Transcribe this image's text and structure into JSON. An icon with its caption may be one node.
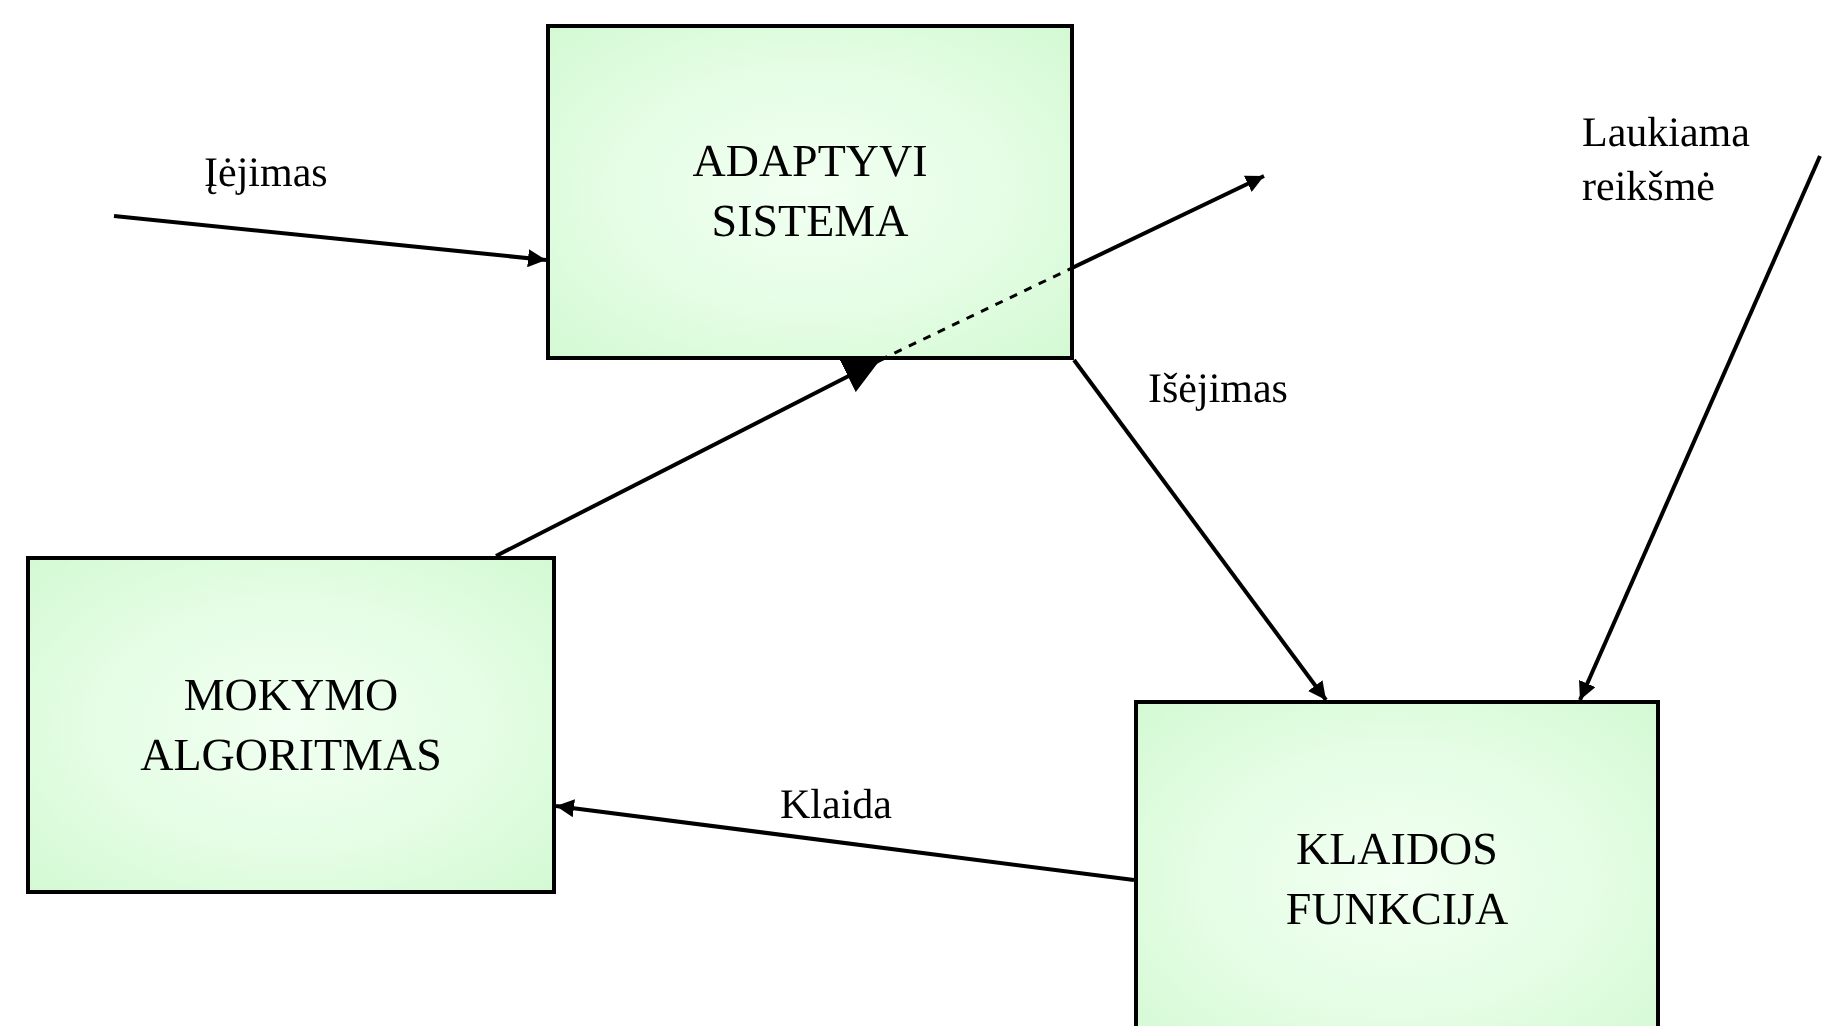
{
  "diagram": {
    "nodes": [
      {
        "text": [
          "ADAPTYVI SISTEMA"
        ]
      },
      {
        "text": [
          "MOKYMO ALGORITMAS"
        ]
      },
      {
        "text": [
          "KLAIDOS FUNKCIJA"
        ]
      },
      {
        "text": [
          "Laukiama reikšmė"
        ]
      }
    ],
    "edges": [
      {
        "from": null,
        "to": 0,
        "arrow": "to",
        "label": "Įėjimas"
      },
      {
        "from": 0,
        "to": 2,
        "arrow": "to",
        "label": "Išėjimas"
      },
      {
        "from": 3,
        "to": 2,
        "arrow": "to"
      },
      {
        "from": 2,
        "to": 1,
        "arrow": "to",
        "label": "Klaida"
      },
      {
        "from": 1,
        "to": null,
        "arrow": "to"
      }
    ]
  }
}
